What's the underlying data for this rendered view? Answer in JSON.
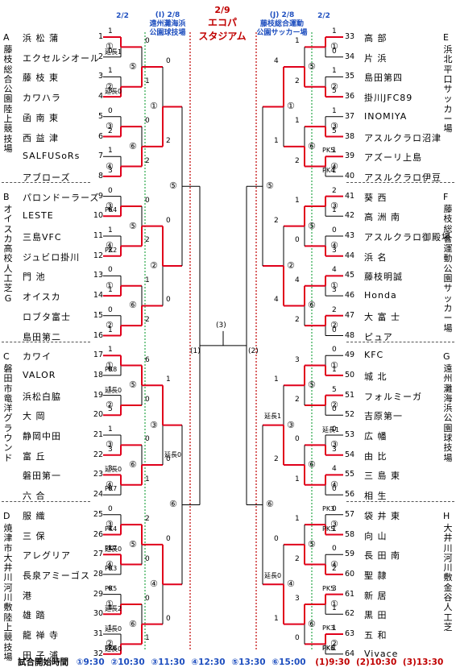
{
  "header": {
    "left_date": "2/2",
    "right_date": "2/2",
    "left_venue_line1": "(I) 2/8",
    "left_venue_line2": "遠州灘海浜",
    "left_venue_line3": "公園球技場",
    "right_venue_line1": "(J) 2/8",
    "right_venue_line2": "藤枝総合運動",
    "right_venue_line3": "公園サッカー場",
    "final_date": "2/9",
    "final_venue_line1": "エコパ",
    "final_venue_line2": "スタジアム"
  },
  "groups_left": [
    {
      "letter": "A",
      "venue": "藤枝総合公園陸上競技場"
    },
    {
      "letter": "B",
      "venue": "オイスカ高校人工芝G"
    },
    {
      "letter": "C",
      "venue": "磐田市竜洋グラウンド"
    },
    {
      "letter": "D",
      "venue": "焼津市大井川河川敷陸上競技場"
    }
  ],
  "groups_right": [
    {
      "letter": "E",
      "venue": "浜北平口サッカー場"
    },
    {
      "letter": "F",
      "venue": "藤枝総合運動公園サッカー場"
    },
    {
      "letter": "G",
      "venue": "遠州灘海浜公園球技場"
    },
    {
      "letter": "H",
      "venue": "大井川河川敷金谷人工芝"
    }
  ],
  "teams_left": [
    "浜 松 蒲",
    "エクセルシオール",
    "藤 枝 東",
    "カワハラ",
    "函 南 東",
    "西 益 津",
    "SALFUSoRs",
    "アブローズ",
    "パロンドーラーズ",
    "LESTE",
    "三島VFC",
    "ジュビロ掛川",
    "門 池",
    "オイスカ",
    "ロブタ富士",
    "島田第二",
    "カワイ",
    "VALOR",
    "浜松白脇",
    "大 岡",
    "静岡中田",
    "富 丘",
    "磐田第一",
    "六 合",
    "服 織",
    "三 保",
    "アレグリア",
    "長泉アミーゴス",
    "港",
    "雄 踏",
    "龍 禅 寺",
    "田 子 浦"
  ],
  "teams_right": [
    "高 部",
    "片 浜",
    "島田第四",
    "掛川JFC89",
    "INOMIYA",
    "アスルクラロ沼津",
    "アズーリ上島",
    "アスルクラロ伊豆",
    "葵 西",
    "高 洲 南",
    "アスルクラロ御殿場",
    "浜 名",
    "藤枝明誠",
    "Honda",
    "大 富 士",
    "ピュア",
    "KFC",
    "城 北",
    "フォルミーガ",
    "吉原第一",
    "広 幡",
    "由 比",
    "三 島 東",
    "相 生",
    "袋 井 東",
    "向 山",
    "長 田 南",
    "聖 隷",
    "新 居",
    "黒 田",
    "五 和",
    "Vivace"
  ],
  "numbers_left": [
    "1",
    "2",
    "3",
    "4",
    "5",
    "6",
    "7",
    "8",
    "9",
    "10",
    "11",
    "12",
    "13",
    "14",
    "15",
    "16",
    "17",
    "18",
    "19",
    "20",
    "21",
    "22",
    "23",
    "24",
    "25",
    "26",
    "27",
    "28",
    "29",
    "30",
    "31",
    "32"
  ],
  "numbers_right": [
    "33",
    "34",
    "35",
    "36",
    "37",
    "38",
    "39",
    "40",
    "41",
    "42",
    "43",
    "44",
    "45",
    "46",
    "47",
    "48",
    "49",
    "50",
    "51",
    "52",
    "53",
    "54",
    "55",
    "56",
    "57",
    "58",
    "59",
    "60",
    "61",
    "62",
    "63",
    "64"
  ],
  "r1_left_scores": [
    [
      "1",
      "0"
    ],
    [
      "1",
      "3"
    ],
    [
      "0",
      "2"
    ],
    [
      "1",
      "3"
    ],
    [
      "0",
      "6"
    ],
    [
      "1",
      "2"
    ],
    [
      "0",
      "1"
    ],
    [
      "0",
      "1"
    ],
    [
      "1",
      "0"
    ],
    [
      "1",
      "5"
    ],
    [
      "1",
      "3"
    ],
    [
      "3",
      "0"
    ],
    [
      "0",
      "4"
    ],
    [
      "1",
      "0"
    ],
    [
      "0",
      "4"
    ],
    [
      "1",
      "2"
    ]
  ],
  "r1_right_scores": [
    [
      "1",
      "0"
    ],
    [
      "1",
      "5"
    ],
    [
      "1",
      "5"
    ],
    [
      "1",
      "1"
    ],
    [
      "2",
      "1"
    ],
    [
      "0",
      "3"
    ],
    [
      "4",
      "3"
    ],
    [
      "2",
      "0"
    ],
    [
      "0",
      "1"
    ],
    [
      "5",
      "0"
    ],
    [
      "0",
      "3"
    ],
    [
      "4",
      "0"
    ],
    [
      "0",
      "1"
    ],
    [
      "0",
      "2"
    ],
    [
      "3",
      "1"
    ],
    [
      "1",
      "1"
    ]
  ],
  "circle_labels": [
    "①",
    "②",
    "③",
    "④",
    "⑤",
    "⑥"
  ],
  "notes_left": [
    "延長1",
    "延長0",
    "PK4",
    "PK2",
    "PK8",
    "延長0",
    "延長0",
    "PK7",
    "PK4",
    "PK7",
    "延長0",
    "PK3",
    "PK5",
    "延長2",
    "延長0",
    "延長0",
    "PK6"
  ],
  "notes_right": [
    "PK5",
    "PK4",
    "延長1",
    "PK3",
    "PK5",
    "PK5",
    "PK3",
    "PK6",
    "PK1"
  ],
  "r2_left_scores": [
    [
      "0",
      "1"
    ],
    [
      "0",
      "2"
    ],
    [
      "0",
      "2"
    ],
    [
      "1",
      "2"
    ],
    [
      "6",
      "0"
    ],
    [
      "0",
      "1"
    ],
    [
      "2",
      "0"
    ],
    [
      "0",
      "1"
    ]
  ],
  "r2_right_scores": [
    [
      "1",
      "2"
    ],
    [
      "1",
      "2"
    ],
    [
      "1",
      "0"
    ],
    [
      "4",
      "2"
    ],
    [
      "3",
      "2"
    ],
    [
      "0",
      "1"
    ],
    [
      "1",
      "2"
    ],
    [
      "3",
      "0"
    ]
  ],
  "r3_left_scores": [
    [
      "0",
      "2"
    ],
    [
      "0",
      "0"
    ],
    [
      "1",
      "0"
    ],
    [
      "0",
      "0"
    ]
  ],
  "r3_right_scores": [
    [
      "4",
      "1"
    ],
    [
      "2",
      "4"
    ],
    [
      "1",
      "2"
    ],
    [
      "0",
      "1"
    ]
  ],
  "sf_labels": {
    "left": "(1)",
    "right": "(2)",
    "final": "(3)"
  },
  "sf_notes": {
    "left_r3": "延長0",
    "right_r3": "延長1",
    "right_r4": "延長0"
  },
  "footer": {
    "label": "試合開始時間",
    "times": [
      "①9:30",
      "②10:30",
      "③11:30",
      "④12:30",
      "⑤13:30",
      "⑥15:00"
    ],
    "final_times": [
      "(1)9:30",
      "(2)10:30",
      "(3)13:30"
    ]
  },
  "colors": {
    "winner_line": "#e0001b",
    "blue": "#1f4fbf",
    "green_dotted": "#2aa84a",
    "red_dotted": "#c00000"
  }
}
